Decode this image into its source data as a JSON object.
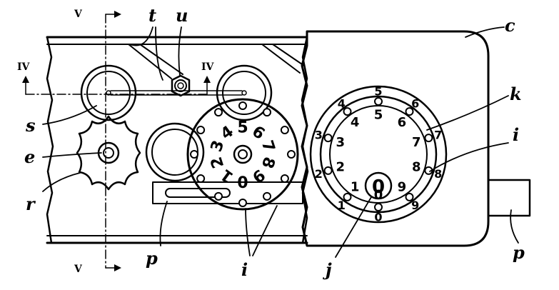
{
  "labels": {
    "t": "t",
    "u": "u",
    "c": "c",
    "k": "k",
    "i_right": "i",
    "i_bottom": "i",
    "s": "s",
    "e": "e",
    "r": "r",
    "p_left": "p",
    "p_right": "p",
    "j": "j"
  },
  "section_marks": {
    "v_top": "V",
    "v_bottom": "V",
    "iv_left": "IV",
    "iv_right": "IV"
  },
  "dial_left_digits": [
    "0",
    "1",
    "2",
    "3",
    "4",
    "5",
    "6",
    "7",
    "8",
    "9"
  ],
  "dial_right_inner_digits": [
    "0",
    "1",
    "2",
    "3",
    "4",
    "5",
    "6",
    "7",
    "8",
    "9"
  ],
  "dial_right_outer_digits": [
    "0",
    "1",
    "2",
    "3",
    "4",
    "5",
    "6",
    "7",
    "8",
    "9"
  ],
  "center_digit": "0"
}
